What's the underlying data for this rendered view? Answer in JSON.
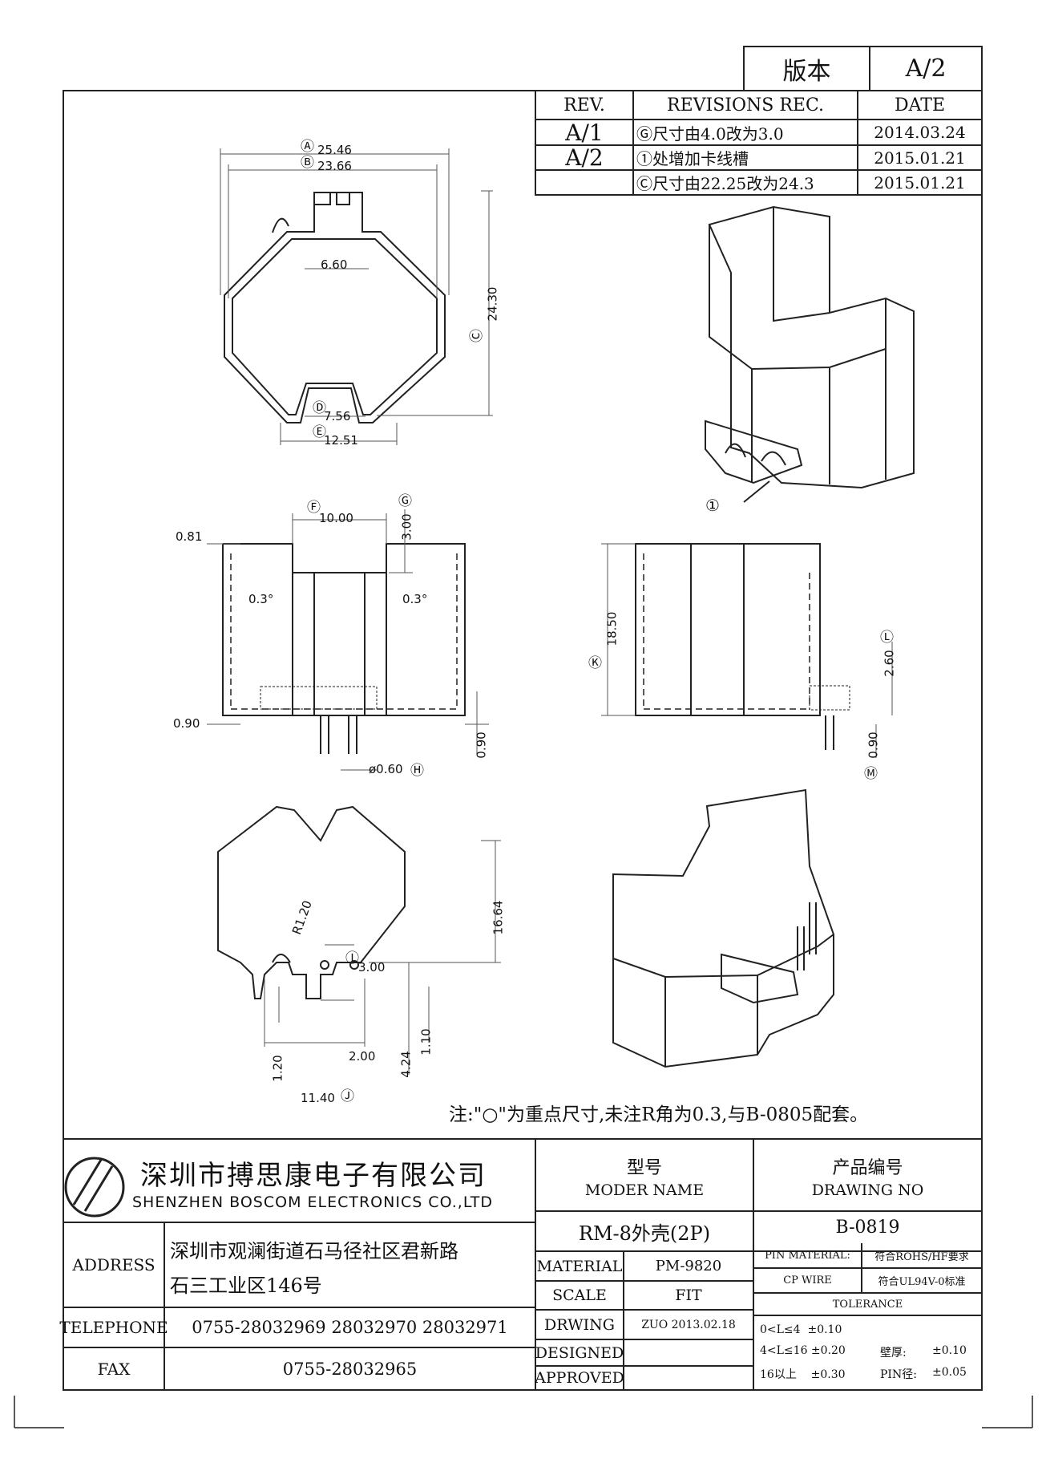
{
  "version_box": {
    "label": "版本",
    "value": "A/2"
  },
  "revisions": {
    "headers": {
      "rev": "REV.",
      "rec": "REVISIONS REC.",
      "date": "DATE"
    },
    "rows": [
      {
        "rev": "A/1",
        "rec": "Ⓖ尺寸由4.0改为3.0",
        "date": "2014.03.24"
      },
      {
        "rev": "A/2",
        "rec": "①处增加卡线槽",
        "date": "2015.01.21"
      },
      {
        "rev": "",
        "rec": "Ⓒ尺寸由22.25改为24.3",
        "date": "2015.01.21"
      }
    ]
  },
  "top_view": {
    "dims": {
      "a_mark": "Ⓐ",
      "a_val": "25.46",
      "b_mark": "Ⓑ",
      "b_val": "23.66",
      "inner": "6.60",
      "c_mark": "Ⓒ",
      "c_val": "24.30",
      "d_mark": "Ⓓ",
      "d_val": "7.56",
      "e_mark": "Ⓔ",
      "e_val": "12.51"
    }
  },
  "iso_view_top": {
    "callout": "①"
  },
  "front_view": {
    "dims": {
      "f_mark": "Ⓕ",
      "f_val": "10.00",
      "g_mark": "Ⓖ",
      "g_val": "3.00",
      "left_wall": "0.81",
      "draft_left": "0.3°",
      "draft_right": "0.3°",
      "base": "0.90",
      "pin_len": "0.90",
      "pin_dia": "ø0.60",
      "h_mark": "Ⓗ"
    }
  },
  "side_view": {
    "dims": {
      "k_mark": "Ⓚ",
      "k_val": "18.50",
      "l_mark": "Ⓛ",
      "l_val": "2.60",
      "m_mark": "Ⓜ",
      "m_val": "0.90"
    }
  },
  "bottom_view": {
    "dims": {
      "height": "16.64",
      "radius": "R1.20",
      "i_mark": "Ⓘ",
      "i_val": "3.00",
      "pin_gap": "2.00",
      "v1": "1.20",
      "v2": "4.24",
      "v3": "1.10",
      "j_mark": "Ⓙ",
      "j_val": "11.40"
    }
  },
  "note": "注:\"○\"为重点尺寸,未注R角为0.3,与B-0805配套。",
  "title_block": {
    "company_cn": "深圳市搏思康电子有限公司",
    "company_en": "SHENZHEN BOSCOM ELECTRONICS CO.,LTD",
    "address_label": "ADDRESS",
    "address_line1": "深圳市观澜街道石马径社区君新路",
    "address_line2": "石三工业区146号",
    "telephone_label": "TELEPHONE",
    "telephone": "0755-28032969 28032970 28032971",
    "fax_label": "FAX",
    "fax": "0755-28032965",
    "model_label_cn": "型号",
    "model_label_en": "MODER NAME",
    "model_value": "RM-8外壳(2P)",
    "drawing_label_cn": "产品编号",
    "drawing_label_en": "DRAWING NO",
    "drawing_value": "B-0819",
    "material_label": "MATERIAL",
    "material_value": "PM-9820",
    "scale_label": "SCALE",
    "scale_value": "FIT",
    "drwing_label": "DRWING",
    "drwing_value": "ZUO 2013.02.18",
    "designed_label": "DESIGNED",
    "approved_label": "APPROVED",
    "pin_material_label": "PIN MATERIAL:",
    "cp_wire_label": "CP WIRE",
    "rohs": "符合ROHS/HF要求",
    "ul": "符合UL94V-0标准",
    "tolerance_label": "TOLERANCE",
    "tol1": "0<L≤4  ±0.10",
    "tol2": "4<L≤16 ±0.20",
    "tol3": "16以上    ±0.30",
    "wall_label": "壁厚:",
    "wall_val": "±0.10",
    "pin_dia_label": "PIN径:",
    "pin_dia_val": "±0.05"
  }
}
